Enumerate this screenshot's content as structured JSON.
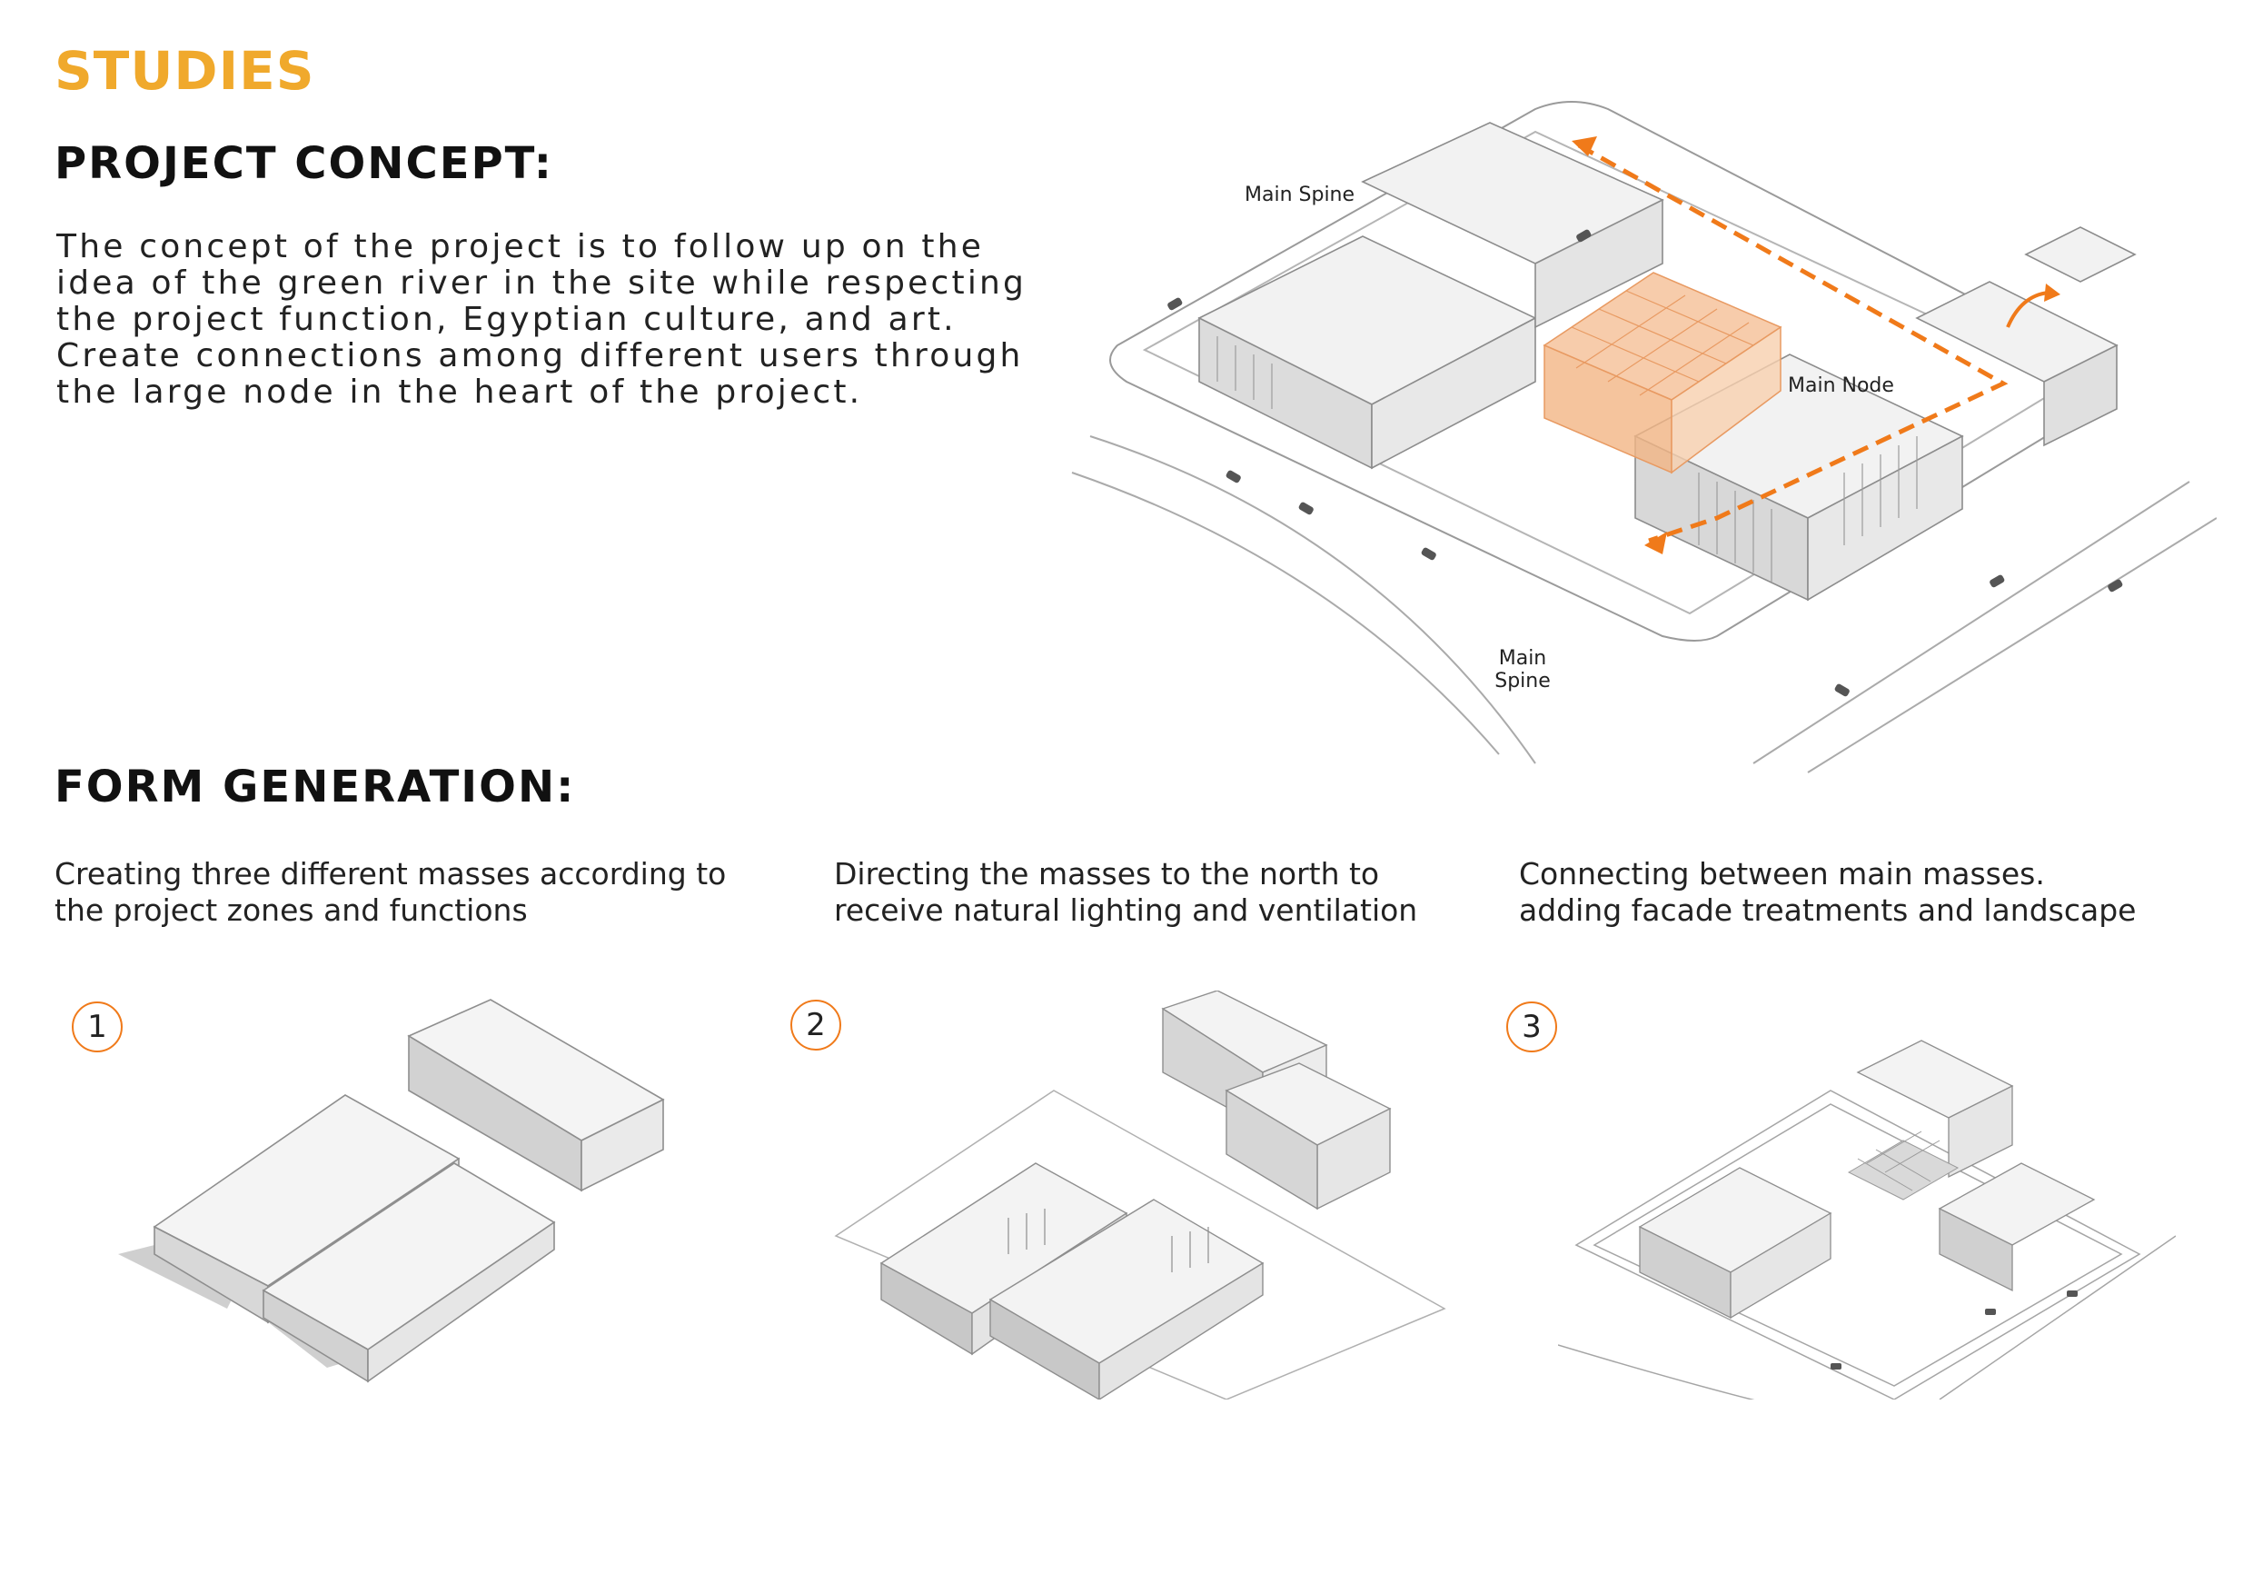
{
  "page": {
    "section_title": "STUDIES",
    "concept_heading": "PROJECT CONCEPT:",
    "concept_text": "The concept of the project is to follow up on the idea of the green river in the site while respecting the project function, Egyptian culture, and art. Create connections among different users through the large node in the heart of the project.",
    "form_heading": "FORM GENERATION:"
  },
  "site_plan": {
    "label_spine_top": "Main Spine",
    "label_node": "Main Node",
    "label_spine_bottom_1": "Main",
    "label_spine_bottom_2": "Spine"
  },
  "steps": [
    {
      "number": "1",
      "text_line1": "Creating three different masses according to",
      "text_line2": "the project zones and functions"
    },
    {
      "number": "2",
      "text_line1": "Directing the masses to the north to",
      "text_line2": "receive natural lighting and ventilation"
    },
    {
      "number": "3",
      "text_line1": "Connecting between  main masses.",
      "text_line2": "adding facade treatments and landscape"
    }
  ],
  "colors": {
    "accent_title": "#f0a92c",
    "accent_orange": "#f07a1a",
    "node_fill": "#f6c39c"
  }
}
